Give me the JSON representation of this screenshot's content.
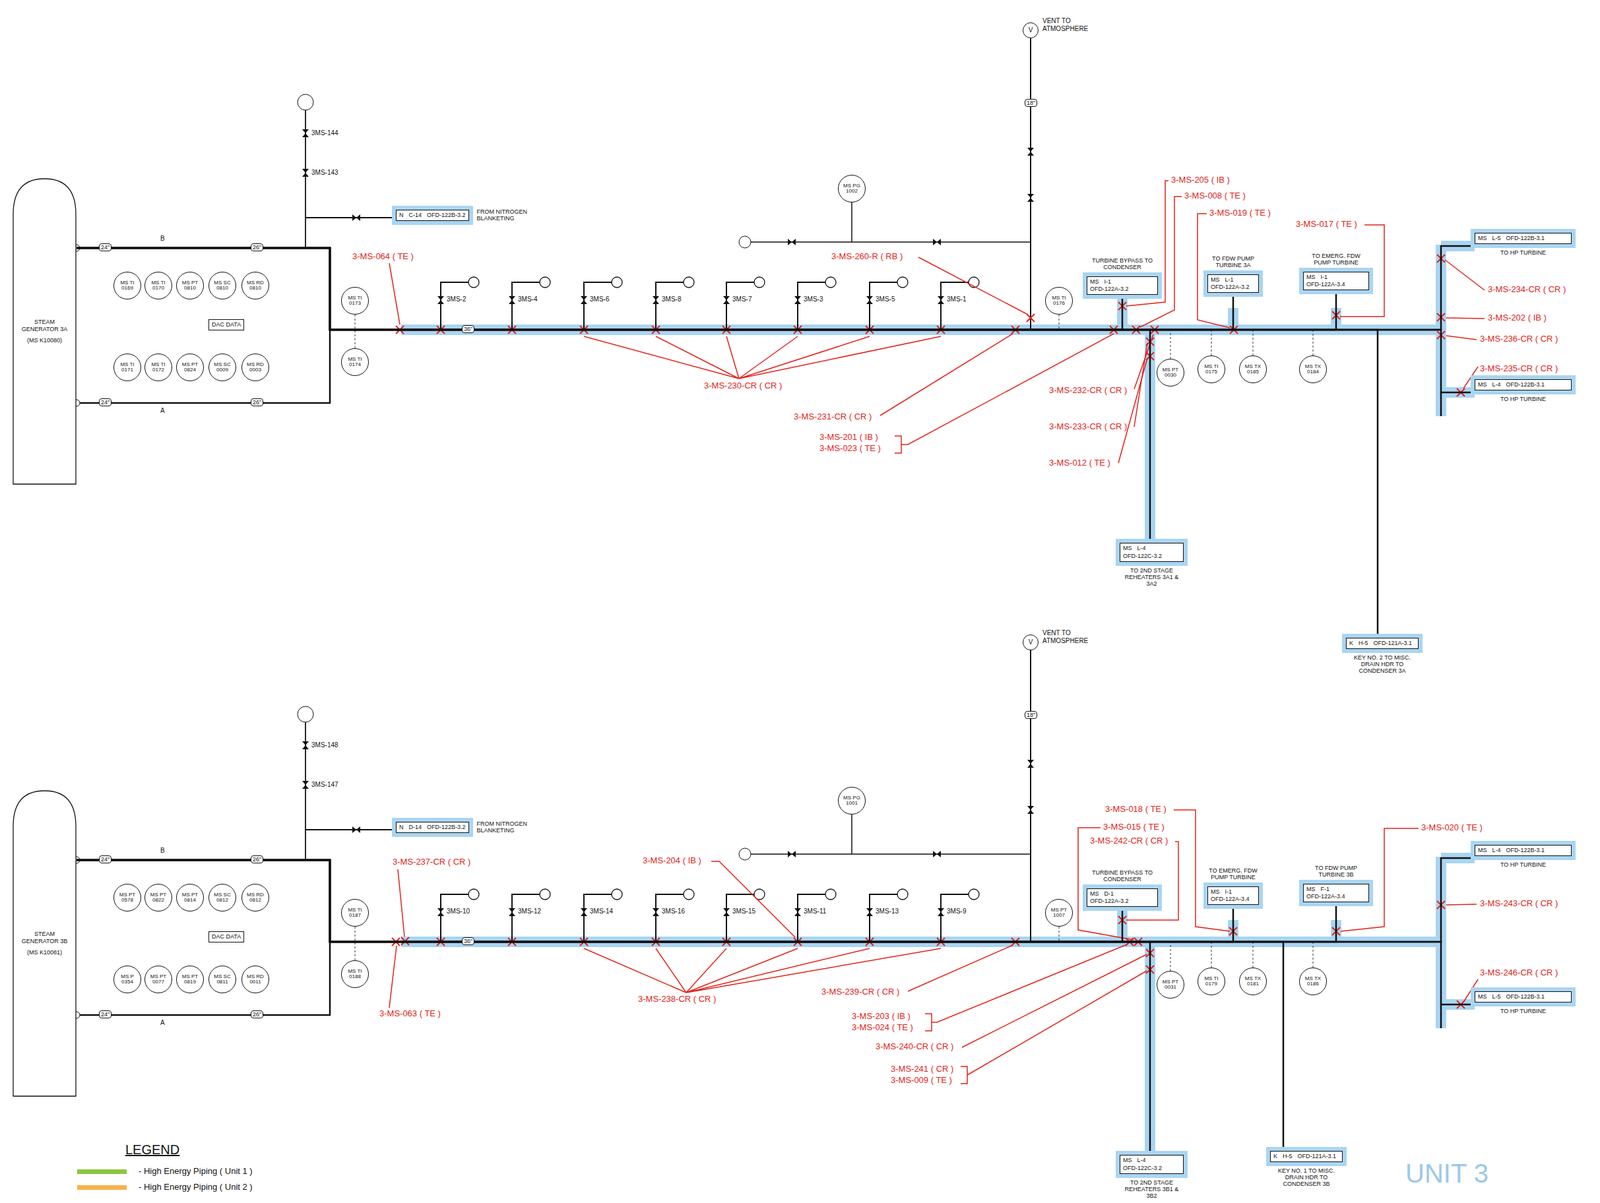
{
  "diagram": {
    "nodes": [
      {
        "text": [
          "STEAM GENERATOR 3A",
          "(MS K10080)"
        ]
      },
      {
        "text": [
          "DAC DATA"
        ]
      },
      {
        "text": [
          "MS TI 0169"
        ]
      },
      {
        "text": [
          "MS TI 0170"
        ]
      },
      {
        "text": [
          "MS PT 0810"
        ]
      },
      {
        "text": [
          "MS SC 0810"
        ]
      },
      {
        "text": [
          "MS RD 0810"
        ]
      },
      {
        "text": [
          "MS TI 0171"
        ]
      },
      {
        "text": [
          "MS TI 0172"
        ]
      },
      {
        "text": [
          "MS PT 0824"
        ]
      },
      {
        "text": [
          "MS SC 0009"
        ]
      },
      {
        "text": [
          "MS RD 0003"
        ]
      },
      {
        "text": [
          "TURBINE BYPASS TO CONDENSER",
          "MS",
          "I-1",
          "OFD-122A-3.2"
        ]
      },
      {
        "text": [
          "TO FDW PUMP TURBINE 3A",
          "MS",
          "L-1",
          "OFD-122A-3.2"
        ]
      },
      {
        "text": [
          "TO EMERG. FDW PUMP TURBINE",
          "MS",
          "I-1",
          "OFD-122A-3.4"
        ]
      },
      {
        "text": [
          "MS",
          "L-5",
          "OFD-122B-3.1",
          "TO HP TURBINE"
        ]
      },
      {
        "text": [
          "MS",
          "L-4",
          "OFD-122B-3.1",
          "TO HP TURBINE"
        ]
      },
      {
        "text": [
          "MS",
          "L-4",
          "OFD-122C-3.2",
          "TO 2ND STAGE REHEATERS 3A1 & 3A2"
        ]
      },
      {
        "text": [
          "K",
          "H-5",
          "OFD-121A-3.1",
          "KEY NO. 2 TO MISC. DRAIN HDR TO CONDENSER 3A"
        ]
      },
      {
        "text": [
          "MS TI 0173"
        ]
      },
      {
        "text": [
          "MS TI 0174"
        ]
      },
      {
        "text": [
          "MS PG 1002"
        ]
      },
      {
        "text": [
          "MS TI 0176"
        ]
      },
      {
        "text": [
          "MS TI 0175"
        ]
      },
      {
        "text": [
          "MS PT 0030"
        ]
      },
      {
        "text": [
          "MS TX 0185"
        ]
      },
      {
        "text": [
          "MS TX 0184"
        ]
      },
      {
        "text": [
          "V"
        ]
      },
      {
        "text": [
          "N",
          "C-14",
          "OFD-122B-3.2",
          "FROM NITROGEN BLANKETING"
        ]
      },
      {
        "text": [
          "STEAM GENERATOR 3B",
          "(MS K10081)"
        ]
      },
      {
        "text": [
          "DAC DATA"
        ]
      },
      {
        "text": [
          "MS PT 0578"
        ]
      },
      {
        "text": [
          "MS PT 0822"
        ]
      },
      {
        "text": [
          "MS PT 0814"
        ]
      },
      {
        "text": [
          "MS SC 0812"
        ]
      },
      {
        "text": [
          "MS RD 0812"
        ]
      },
      {
        "text": [
          "MS P 0354"
        ]
      },
      {
        "text": [
          "MS PT 0077"
        ]
      },
      {
        "text": [
          "MS PT 0819"
        ]
      },
      {
        "text": [
          "MS SC 0811"
        ]
      },
      {
        "text": [
          "MS RD 0011"
        ]
      },
      {
        "text": [
          "TURBINE BYPASS TO CONDENSER",
          "MS",
          "D-1",
          "OFD-122A-3.2"
        ]
      },
      {
        "text": [
          "TO EMERG. FDW PUMP TURBINE",
          "MS",
          "I-1",
          "OFD-122A-3.4"
        ]
      },
      {
        "text": [
          "TO FDW PUMP TURBINE 3B",
          "MS",
          "F-1",
          "OFD-122A-3.4"
        ]
      },
      {
        "text": [
          "MS",
          "L-4",
          "OFD-122B-3.1",
          "TO HP TURBINE"
        ]
      },
      {
        "text": [
          "MS",
          "L-5",
          "OFD-122B-3.1",
          "TO HP TURBINE"
        ]
      },
      {
        "text": [
          "MS",
          "L-4",
          "OFD-122C-3.2",
          "TO 2ND STAGE REHEATERS 3B1 & 3B2"
        ]
      },
      {
        "text": [
          "K",
          "H-5",
          "OFD-121A-3.1",
          "KEY NO. 1 TO MISC. DRAIN HDR TO CONDENSER 3B"
        ]
      },
      {
        "text": [
          "MS TI 0187"
        ]
      },
      {
        "text": [
          "MS TI 0188"
        ]
      },
      {
        "text": [
          "MS PG 1001"
        ]
      },
      {
        "text": [
          "MS PT 1007"
        ]
      },
      {
        "text": [
          "MS TI 0179"
        ]
      },
      {
        "text": [
          "MS PT 0031"
        ]
      },
      {
        "text": [
          "MS TX 0181"
        ]
      },
      {
        "text": [
          "MS TX 0186"
        ]
      },
      {
        "text": [
          "V"
        ]
      },
      {
        "text": [
          "N",
          "D-14",
          "OFD-122B-3.2",
          "FROM NITROGEN BLANKETING"
        ]
      }
    ],
    "edges": [
      {
        "from": 0,
        "to": 12,
        "arrow": "none"
      },
      {
        "from": 0,
        "to": 13,
        "arrow": "none"
      },
      {
        "from": 0,
        "to": 14,
        "arrow": "none"
      },
      {
        "from": 0,
        "to": 15,
        "arrow": "none"
      },
      {
        "from": 0,
        "to": 16,
        "arrow": "none"
      },
      {
        "from": 0,
        "to": 17,
        "arrow": "none"
      },
      {
        "from": 0,
        "to": 18,
        "arrow": "none"
      },
      {
        "from": 29,
        "to": 41,
        "arrow": "none"
      },
      {
        "from": 29,
        "to": 42,
        "arrow": "none"
      },
      {
        "from": 29,
        "to": 43,
        "arrow": "none"
      },
      {
        "from": 29,
        "to": 44,
        "arrow": "none"
      },
      {
        "from": 29,
        "to": 45,
        "arrow": "none"
      },
      {
        "from": 29,
        "to": 46,
        "arrow": "none"
      },
      {
        "from": 29,
        "to": 47,
        "arrow": "none"
      }
    ],
    "labels": [
      "3-MS-064 ( TE )",
      "3-MS-260-R ( RB )",
      "3-MS-205 ( IB )",
      "3-MS-008 ( TE )",
      "3-MS-019 ( TE )",
      "3-MS-017 ( TE )",
      "3-MS-234-CR ( CR )",
      "3-MS-202 ( IB )",
      "3-MS-236-CR ( CR )",
      "3-MS-235-CR ( CR )",
      "3-MS-230-CR ( CR )",
      "3-MS-231-CR ( CR )",
      "3-MS-232-CR ( CR )",
      "3-MS-201 ( IB )",
      "3-MS-023 ( TE )",
      "3-MS-233-CR ( CR )",
      "3-MS-012 ( TE )",
      "3MS-144",
      "3MS-143",
      "B",
      "A",
      "24\"",
      "26\"",
      "24\"",
      "26\"",
      "36\"",
      "3MS-2",
      "3MS-4",
      "3MS-6",
      "3MS-8",
      "3MS-7",
      "3MS-3",
      "3MS-5",
      "3MS-1",
      "VENT TO ATMOSPHERE",
      "18\"",
      "3-MS-237-CR ( CR )",
      "3-MS-063 ( TE )",
      "3-MS-204 ( IB )",
      "3-MS-238-CR ( CR )",
      "3-MS-239-CR ( CR )",
      "3-MS-203 ( IB )",
      "3-MS-024 ( TE )",
      "3-MS-240-CR ( CR )",
      "3-MS-241 ( CR )",
      "3-MS-009 ( TE )",
      "3-MS-018 ( TE )",
      "3-MS-015 ( TE )",
      "3-MS-242-CR ( CR )",
      "3-MS-020 ( TE )",
      "3-MS-243-CR ( CR )",
      "3-MS-246-CR ( CR )",
      "3MS-148",
      "3MS-147",
      "B",
      "A",
      "24\"",
      "26\"",
      "24\"",
      "26\"",
      "36\"",
      "3MS-10",
      "3MS-12",
      "3MS-14",
      "3MS-16",
      "3MS-15",
      "3MS-11",
      "3MS-13",
      "3MS-9",
      "VENT TO ATMOSPHERE",
      "18\"",
      "LEGEND",
      "UNIT 3"
    ],
    "legend": [
      {
        "text": "- High Energy Piping ( Unit 1 )",
        "color": "#8dc63f"
      },
      {
        "text": "- High Energy Piping ( Unit 2 )",
        "color": "#f7b24a"
      }
    ]
  }
}
